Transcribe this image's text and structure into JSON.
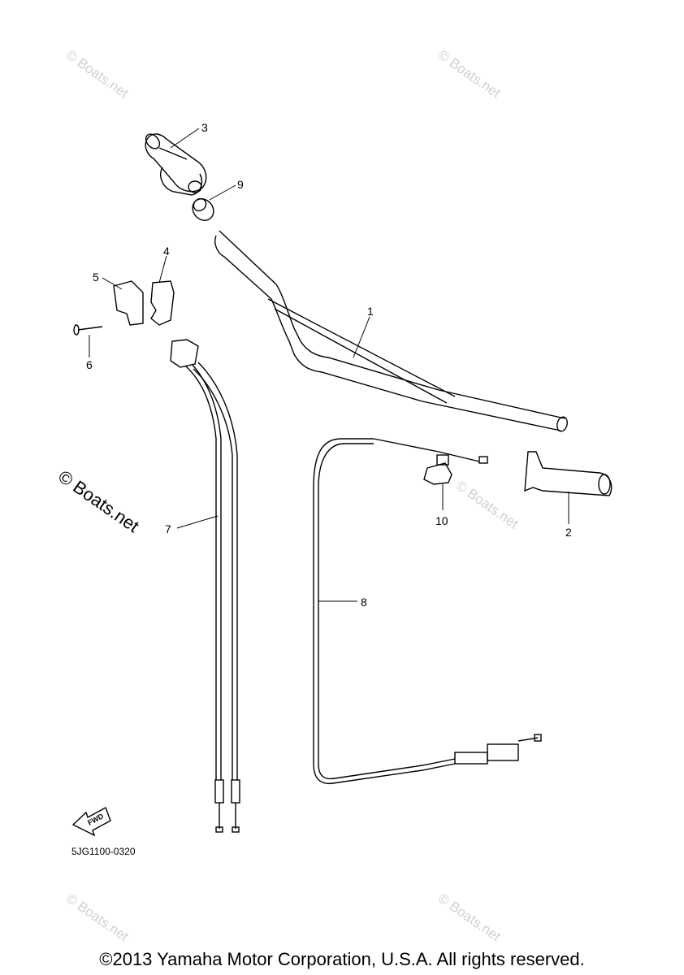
{
  "watermarks": {
    "small": "© Boats.net",
    "large": "© Boats.net"
  },
  "callouts": [
    "1",
    "2",
    "3",
    "4",
    "5",
    "6",
    "7",
    "8",
    "9",
    "10"
  ],
  "diagram_code": "5JG1100-0320",
  "fwd_label": "FWD",
  "copyright": "©2013 Yamaha Motor Corporation, U.S.A. All rights reserved."
}
